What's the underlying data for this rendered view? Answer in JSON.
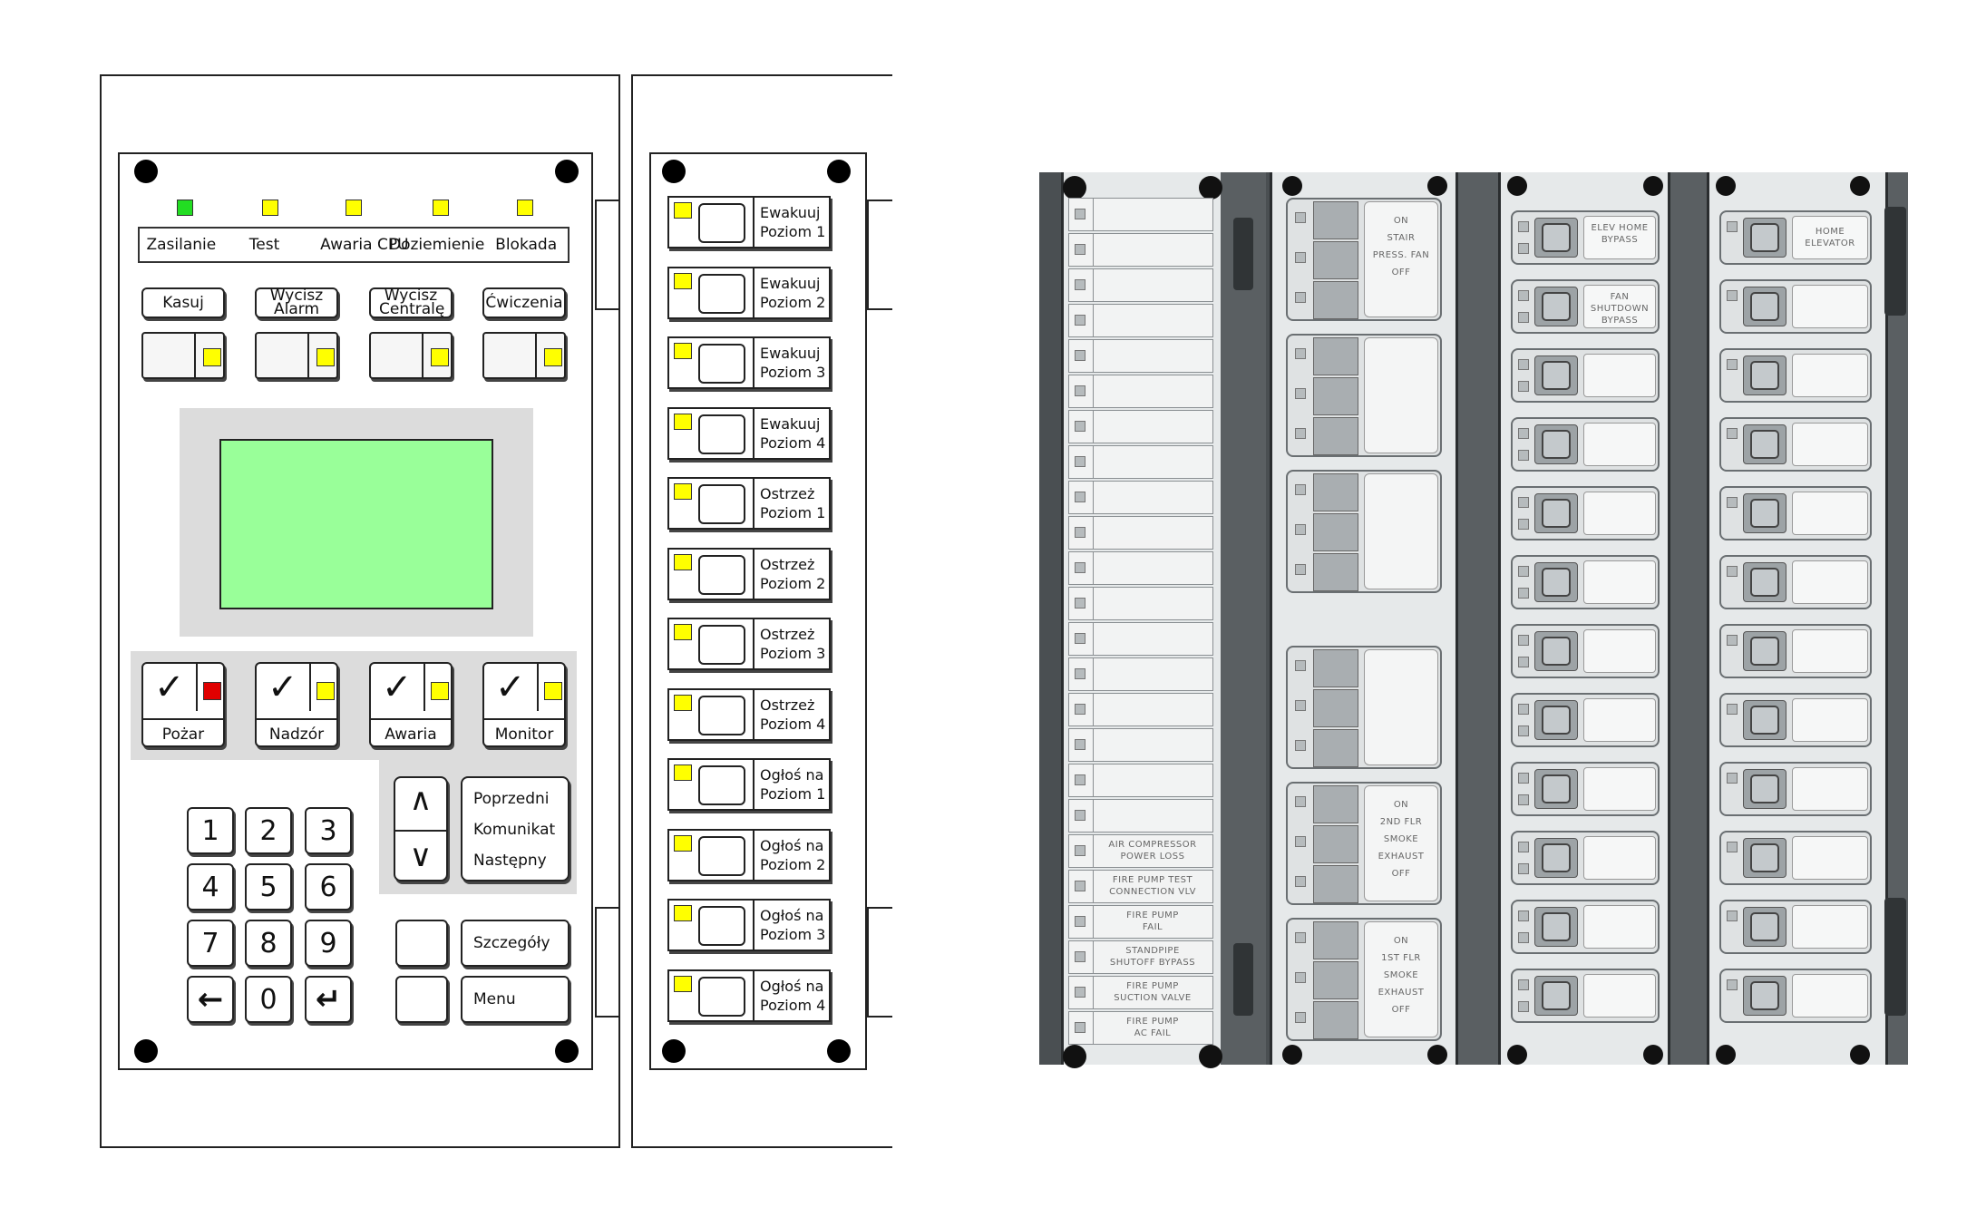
{
  "main_panel": {
    "leds": [
      {
        "label": "Zasilanie",
        "color": "#22dd22"
      },
      {
        "label": "Test",
        "color": "#ffff00"
      },
      {
        "label": "Awaria CPU",
        "color": "#ffff00"
      },
      {
        "label": "Doziemienie",
        "color": "#ffff00"
      },
      {
        "label": "Blokada",
        "color": "#ffff00"
      }
    ],
    "control_buttons": [
      "Kasuj",
      "Wycisz Alarm",
      "Wycisz Centralę",
      "Ćwiczenia"
    ],
    "status_keys": [
      {
        "label": "Pożar",
        "led_color": "#e00000"
      },
      {
        "label": "Nadzór",
        "led_color": "#ffff00"
      },
      {
        "label": "Awaria",
        "led_color": "#ffff00"
      },
      {
        "label": "Monitor",
        "led_color": "#ffff00"
      }
    ],
    "keypad": [
      "1",
      "2",
      "3",
      "4",
      "5",
      "6",
      "7",
      "8",
      "9",
      "←",
      "0",
      "↵"
    ],
    "nav": {
      "up": "∧",
      "down": "∨",
      "previous": "Poprzedni",
      "message": "Komunikat",
      "next": "Następny"
    },
    "details_label": "Szczegóły",
    "menu_label": "Menu"
  },
  "module_panel": {
    "buttons": [
      [
        "Ewakuuj",
        "Poziom 1"
      ],
      [
        "Ewakuuj",
        "Poziom 2"
      ],
      [
        "Ewakuuj",
        "Poziom 3"
      ],
      [
        "Ewakuuj",
        "Poziom 4"
      ],
      [
        "Ostrzeż",
        "Poziom 1"
      ],
      [
        "Ostrzeż",
        "Poziom 2"
      ],
      [
        "Ostrzeż",
        "Poziom 3"
      ],
      [
        "Ostrzeż",
        "Poziom 4"
      ],
      [
        "Ogłoś na",
        "Poziom 1"
      ],
      [
        "Ogłoś na",
        "Poziom 2"
      ],
      [
        "Ogłoś na",
        "Poziom 3"
      ],
      [
        "Ogłoś na",
        "Poziom 4"
      ]
    ]
  },
  "photo_panels": {
    "annunciator_labels": [
      [
        "AIR COMPRESSOR",
        "POWER LOSS"
      ],
      [
        "FIRE PUMP TEST",
        "CONNECTION VLV"
      ],
      [
        "FIRE PUMP",
        "FAIL"
      ],
      [
        "STANDPIPE",
        "SHUTOFF BYPASS"
      ],
      [
        "FIRE PUMP",
        "SUCTION VALVE"
      ],
      [
        "FIRE PUMP",
        "AC FAIL"
      ]
    ],
    "fan_groups": [
      [
        "ON",
        "STAIR",
        "PRESS. FAN",
        "OFF"
      ],
      [
        "ON",
        "2ND FLR",
        "SMOKE",
        "EXHAUST",
        "OFF"
      ],
      [
        "ON",
        "1ST FLR",
        "SMOKE",
        "EXHAUST",
        "OFF"
      ]
    ],
    "bypass_labels": [
      [
        "ELEV HOME",
        "BYPASS"
      ],
      [
        "FAN",
        "SHUTDOWN",
        "BYPASS"
      ]
    ],
    "elevator_label": [
      "HOME",
      "ELEVATOR"
    ]
  }
}
